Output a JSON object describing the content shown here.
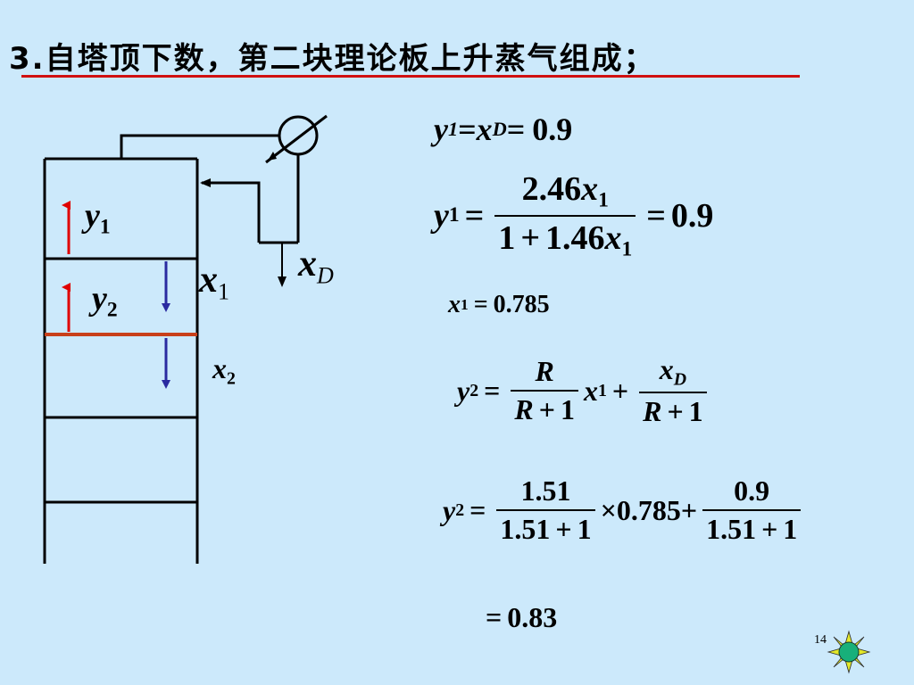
{
  "title": {
    "text": "3.自塔顶下数，第二块理论板上升蒸气组成；",
    "underline_color": "#d01010"
  },
  "diagram": {
    "labels": {
      "y1": "y",
      "y1_sub": "1",
      "y2": "y",
      "y2_sub": "2",
      "x1": "x",
      "x1_sub": "1",
      "x2": "x",
      "x2_sub": "2",
      "xD": "x",
      "xD_sub": "D"
    },
    "colors": {
      "vapor_arrow": "#e00000",
      "liquid_arrow": "#2a2aa0",
      "plate_highlight": "#c8401a",
      "outline": "#000000"
    },
    "icons": [
      "condenser-icon"
    ]
  },
  "equations": {
    "eq1": {
      "lhs_var": "y",
      "lhs_sub": "1",
      "eq_sign": "=",
      "mid_var": "x",
      "mid_sub": "D",
      "eq_sign2": "=",
      "rhs": "0.9"
    },
    "eq2": {
      "lhs_var": "y",
      "lhs_sub": "1",
      "eq_sign": "=",
      "num_coef": "2.46",
      "num_var": "x",
      "num_sub": "1",
      "den_a": "1",
      "den_op": "+",
      "den_coef": "1.46",
      "den_var": "x",
      "den_sub": "1",
      "eq_sign2": "=",
      "rhs": "0.9"
    },
    "eq3": {
      "lhs_var": "x",
      "lhs_sub": "1",
      "eq_sign": "=",
      "rhs": "0.785"
    },
    "eq4": {
      "lhs_var": "y",
      "lhs_sub": "2",
      "eq_sign": "=",
      "f1_num": "R",
      "f1_den_a": "R",
      "f1_den_op": "+",
      "f1_den_b": "1",
      "mid_var": "x",
      "mid_sub": "1",
      "plus": "+",
      "f2_num_var": "x",
      "f2_num_sub": "D",
      "f2_den_a": "R",
      "f2_den_op": "+",
      "f2_den_b": "1"
    },
    "eq5": {
      "lhs_var": "y",
      "lhs_sub": "2",
      "eq_sign": "=",
      "f1_num": "1.51",
      "f1_den": "1.51",
      "f1_den_op": "+",
      "f1_den_b": "1",
      "times": "×",
      "mid": "0.785",
      "plus": "+",
      "f2_num": "0.9",
      "f2_den": "1.51",
      "f2_den_op": "+",
      "f2_den_b": "1"
    },
    "eq6": {
      "eq_sign": "=",
      "rhs": "0.83"
    }
  },
  "page_number": "14"
}
